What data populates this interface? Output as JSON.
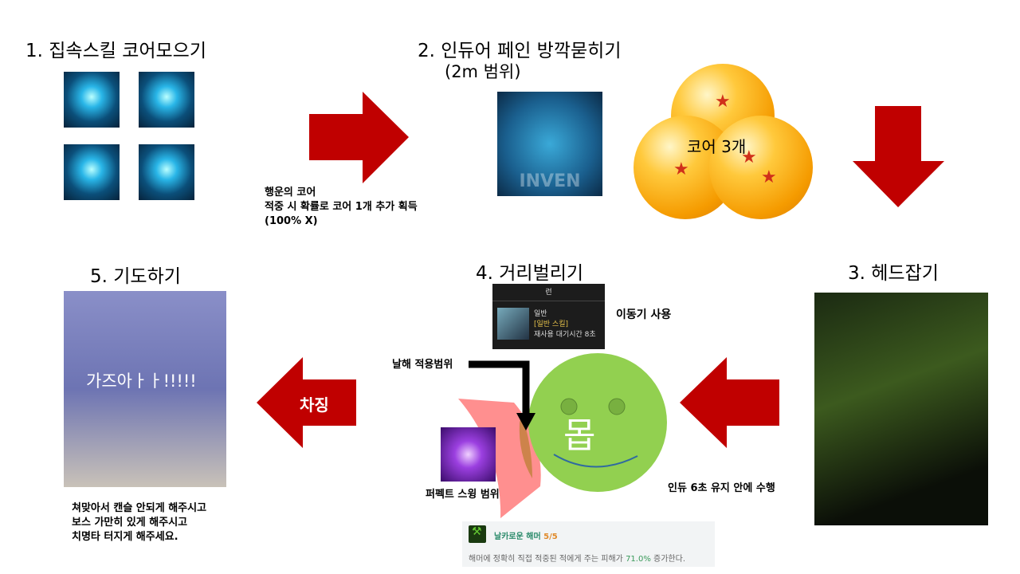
{
  "step1": {
    "title": "1. 집속스킬 코어모으기",
    "note": [
      "행운의 코어",
      "적중 시 확률로 코어 1개 추가 획득",
      "(100% X)"
    ]
  },
  "step2": {
    "title": "2. 인듀어 페인 방깍묻히기",
    "range": "(2m 범위)",
    "cores": "코어 3개",
    "icon_text": "INVEN"
  },
  "step3": {
    "title": "3. 헤드잡기",
    "note": "인듀 6초 유지 안에 수행"
  },
  "step4": {
    "title": "4. 거리벌리기",
    "skill_card": {
      "name": "런",
      "type": "일반",
      "tag": "[일반 스킬]",
      "cooldown": "재사용 대기시간 8초"
    },
    "move_label": "이동기 사용",
    "hammer_label": "날해 적용범위",
    "perfect_label": "퍼펙트 스윙 범위",
    "body_label": "몹",
    "tooltip": {
      "name": "날카로운 해머",
      "level": "5/5",
      "desc_pre": "해머에 정확히 직접 적중된 적에게 주는 피해가 ",
      "desc_value": "71.0%",
      "desc_post": " 증가한다."
    }
  },
  "step5": {
    "title": "5. 기도하기",
    "caption": "가즈아ㅏㅏ!!!!!",
    "note": [
      "쳐맞아서 캔슬 안되게 해주시고",
      "보스 가만히 있게 해주시고",
      "치명타 터지게 해주세요."
    ],
    "arrow_label": "차징"
  },
  "colors": {
    "arrow": "#C00000",
    "mob": "#92D050",
    "wedge": "#FF8F8F"
  }
}
